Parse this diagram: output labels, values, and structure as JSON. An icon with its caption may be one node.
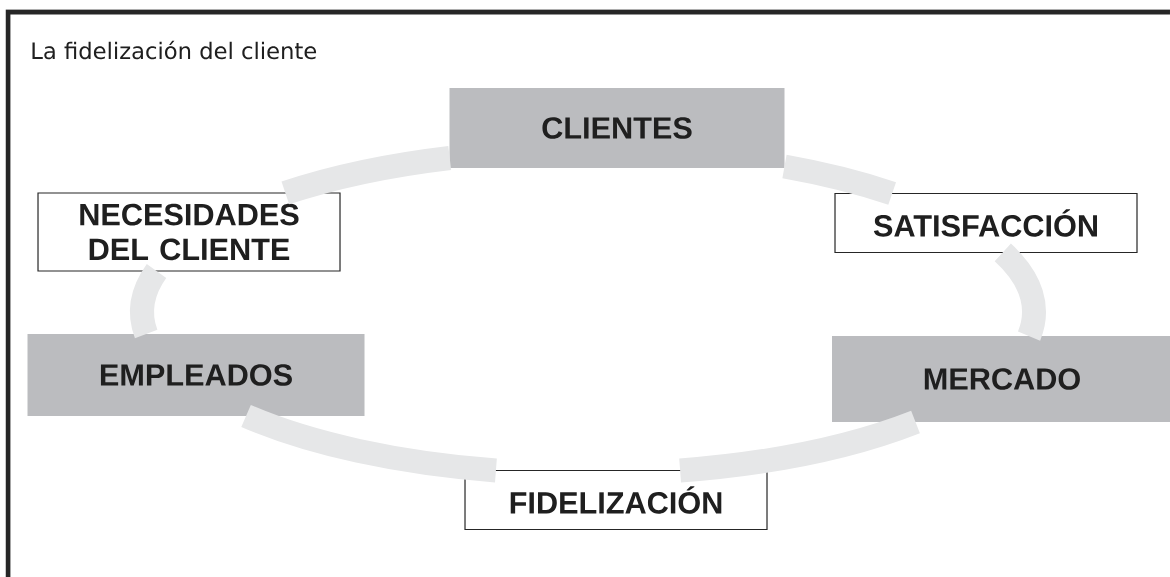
{
  "diagram": {
    "title": "La fidelización del cliente",
    "nodes": [
      {
        "text": [
          "CLIENTES"
        ]
      },
      {
        "text": [
          "NECESIDADES DEL CLIENTE"
        ]
      },
      {
        "text": [
          "SATISFACCIÓN"
        ]
      },
      {
        "text": [
          "EMPLEADOS"
        ]
      },
      {
        "text": [
          "MERCADO"
        ]
      },
      {
        "text": [
          "FIDELIZACIÓN"
        ]
      }
    ],
    "edges": [
      {
        "from": 0,
        "to": 2,
        "arrow": "none"
      },
      {
        "from": 2,
        "to": 4,
        "arrow": "none"
      },
      {
        "from": 4,
        "to": 5,
        "arrow": "none"
      },
      {
        "from": 5,
        "to": 3,
        "arrow": "none"
      },
      {
        "from": 3,
        "to": 1,
        "arrow": "none"
      },
      {
        "from": 1,
        "to": 0,
        "arrow": "none"
      }
    ]
  }
}
